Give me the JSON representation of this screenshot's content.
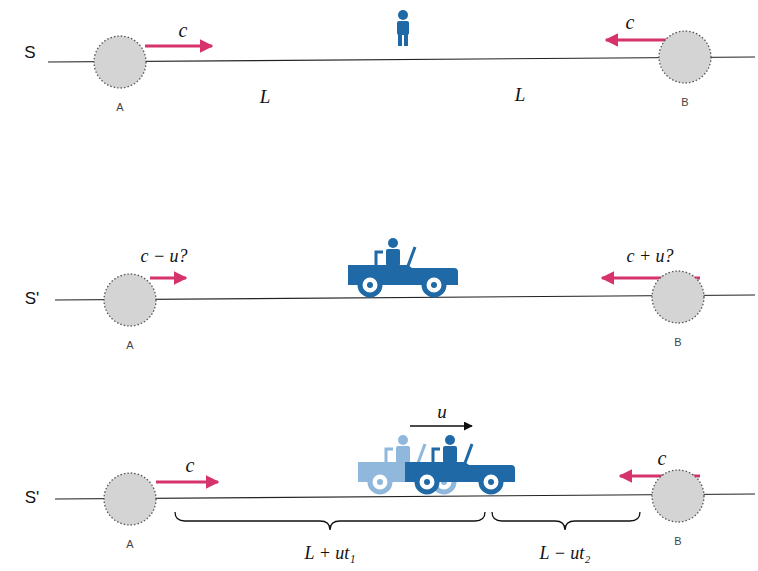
{
  "diagram": {
    "nodes": [
      {
        "text": [
          "A"
        ]
      },
      {
        "text": [
          "B"
        ]
      },
      {
        "text": [
          "A"
        ]
      },
      {
        "text": [
          "B"
        ]
      },
      {
        "text": [
          "A"
        ]
      },
      {
        "text": [
          "B"
        ]
      }
    ],
    "labels": [
      "S",
      "c",
      "c",
      "L",
      "L",
      "S'",
      "c − u?",
      "c + u?",
      "S'",
      "c",
      "u",
      "c",
      "L + ut₁",
      "L − ut₂"
    ]
  }
}
